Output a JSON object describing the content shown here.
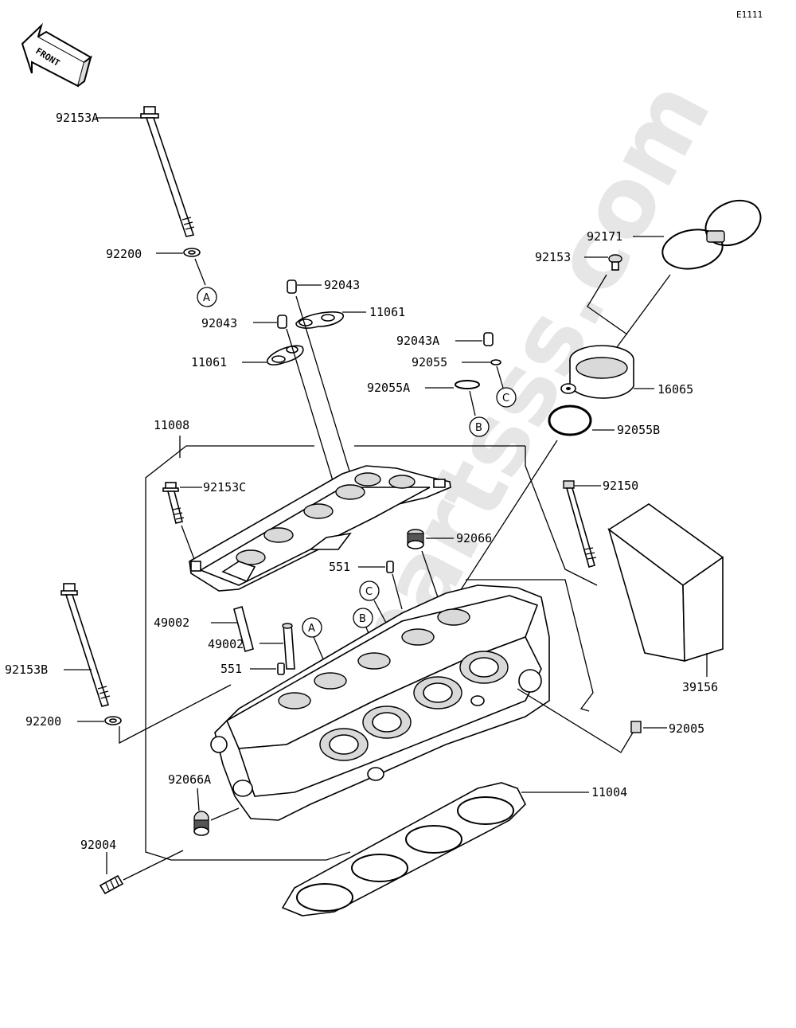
{
  "figure_id": "E1111",
  "direction_label": "FRONT",
  "watermark": "partsss.com",
  "parts": {
    "p92153A": "92153A",
    "p92200_top": "92200",
    "p92043_top": "92043",
    "p92043_mid": "92043",
    "p11061_right": "11061",
    "p11061_left": "11061",
    "p92043A": "92043A",
    "p92055": "92055",
    "p92055A": "92055A",
    "p92171": "92171",
    "p92153": "92153",
    "p16065": "16065",
    "p92055B": "92055B",
    "p11008": "11008",
    "p92153C": "92153C",
    "p92150": "92150",
    "p92066": "92066",
    "p551_top": "551",
    "p49002_top": "49002",
    "p49002_bot": "49002",
    "p551_bot": "551",
    "p92153B": "92153B",
    "p92200_bot": "92200",
    "p39156": "39156",
    "p92005": "92005",
    "p92066A": "92066A",
    "p11004": "11004",
    "p92004": "92004"
  },
  "callouts": {
    "a": "A",
    "b": "B",
    "c": "C"
  }
}
